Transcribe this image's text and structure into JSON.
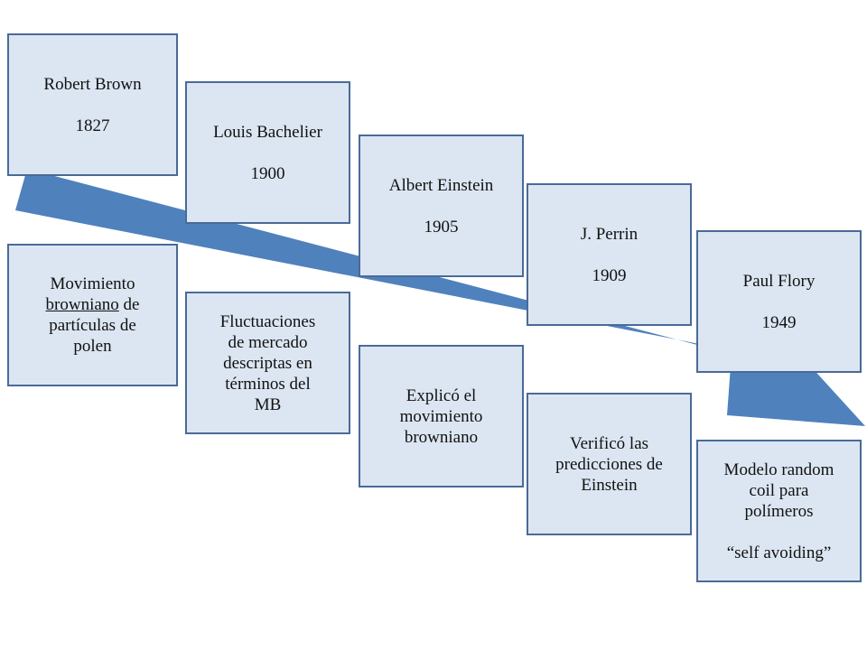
{
  "colors": {
    "arrow": "#4f81bd",
    "box_fill": "#dce6f2",
    "box_border": "#4a6a99",
    "text": "#111111"
  },
  "timeline": [
    {
      "name": "Robert Brown",
      "year": "1827"
    },
    {
      "name": "Louis Bachelier",
      "year": "1900"
    },
    {
      "name": "Albert Einstein",
      "year": "1905"
    },
    {
      "name": "J. Perrin",
      "year": "1909"
    },
    {
      "name": "Paul Flory",
      "year": "1949"
    }
  ],
  "descriptions": {
    "brown": {
      "line1": "Movimiento",
      "underlined_word": "browniano",
      "line2_rest": " de",
      "line3": "partículas de",
      "line4": "polen"
    },
    "bachelier": {
      "line1": "Fluctuaciones",
      "line2": "de mercado",
      "line3": "descriptas en",
      "line4": "términos del",
      "line5": "MB"
    },
    "einstein": {
      "line1": "Explicó el",
      "line2": "movimiento",
      "line3": "browniano"
    },
    "perrin": {
      "line1": "Verificó las",
      "line2": "predicciones de",
      "line3": "Einstein"
    },
    "flory": {
      "line1": "Modelo random",
      "line2": "coil para",
      "line3": "polímeros",
      "line4": "“self avoiding”"
    }
  }
}
